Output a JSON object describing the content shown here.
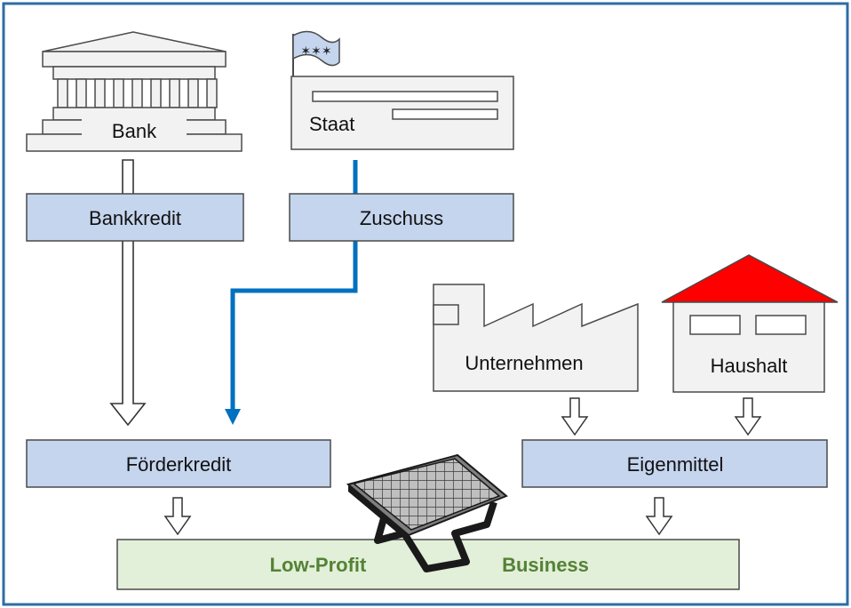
{
  "sources": {
    "bank": "Bank",
    "staat": "Staat",
    "unternehmen": "Unternehmen",
    "haushalt": "Haushalt"
  },
  "boxes": {
    "bankkredit": "Bankkredit",
    "zuschuss": "Zuschuss",
    "foerderkredit": "Förderkredit",
    "eigenmittel": "Eigenmittel"
  },
  "target": {
    "part1": "Low-Profit",
    "part2": "Business"
  },
  "colors": {
    "frame": "#2e6ca5",
    "box_fill": "#c5d5ee",
    "box_stroke": "#4a4a4a",
    "target_fill": "#e2efd9",
    "target_text": "#548235",
    "building_fill": "#f2f2f2",
    "roof": "#ff0000",
    "connector_blue": "#0070c0",
    "flag_fill": "#c5d5ee"
  }
}
